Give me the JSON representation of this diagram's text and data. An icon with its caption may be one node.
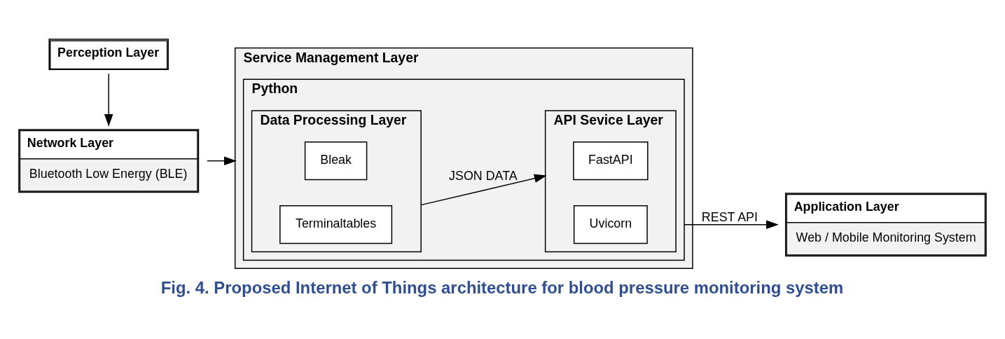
{
  "diagram": {
    "caption": "Fig. 4. Proposed Internet of Things architecture for blood pressure monitoring system",
    "nodes": [
      {
        "text": [
          "Perception Layer"
        ]
      },
      {
        "text": [
          "Network Layer",
          "Bluetooth Low Energy (BLE)"
        ]
      },
      {
        "text": [
          "Service Management Layer"
        ]
      },
      {
        "text": [
          "Python"
        ],
        "in": 2
      },
      {
        "text": [
          "Data Processing Layer"
        ],
        "in": 3
      },
      {
        "text": [
          "Bleak"
        ],
        "in": 4
      },
      {
        "text": [
          "Terminaltables"
        ],
        "in": 4
      },
      {
        "text": [
          "API Sevice Layer"
        ],
        "in": 3
      },
      {
        "text": [
          "FastAPI"
        ],
        "in": 7
      },
      {
        "text": [
          "Uvicorn"
        ],
        "in": 7
      },
      {
        "text": [
          "Application Layer",
          "Web / Mobile Monitoring System"
        ]
      }
    ],
    "edges": [
      {
        "from": 0,
        "to": 1,
        "arrow": "to"
      },
      {
        "from": 1,
        "to": 2,
        "arrow": "to"
      },
      {
        "from": 4,
        "to": 7,
        "arrow": "to",
        "label": "JSON DATA"
      },
      {
        "from": 3,
        "to": 10,
        "arrow": "to",
        "label": "REST API"
      }
    ]
  }
}
